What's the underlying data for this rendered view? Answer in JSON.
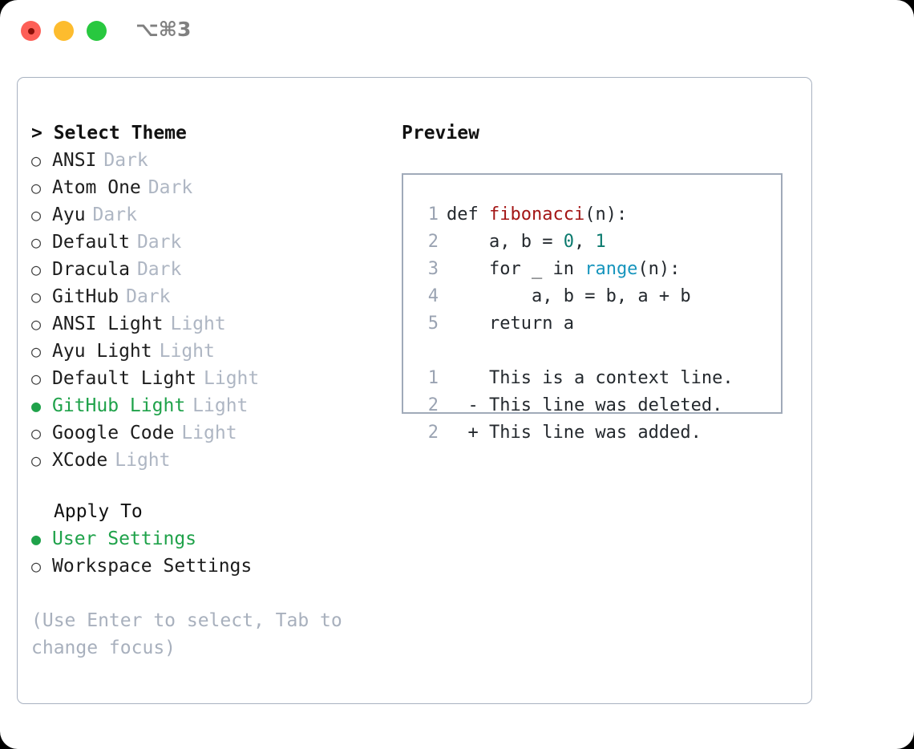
{
  "titlebar": {
    "shortcut": "⌥⌘3",
    "lights": [
      "close",
      "minimize",
      "zoom"
    ]
  },
  "theme_picker": {
    "heading": "> Select Theme",
    "caret": ">",
    "heading_text": "Select Theme",
    "bullet_unselected": "○",
    "bullet_selected": "●",
    "items": [
      {
        "name": "ANSI",
        "tag": "Dark",
        "selected": false
      },
      {
        "name": "Atom One",
        "tag": "Dark",
        "selected": false
      },
      {
        "name": "Ayu",
        "tag": "Dark",
        "selected": false
      },
      {
        "name": "Default",
        "tag": "Dark",
        "selected": false
      },
      {
        "name": "Dracula",
        "tag": "Dark",
        "selected": false
      },
      {
        "name": "GitHub",
        "tag": "Dark",
        "selected": false
      },
      {
        "name": "ANSI Light",
        "tag": "Light",
        "selected": false
      },
      {
        "name": "Ayu Light",
        "tag": "Light",
        "selected": false
      },
      {
        "name": "Default Light",
        "tag": "Light",
        "selected": false
      },
      {
        "name": "GitHub Light",
        "tag": "Light",
        "selected": true
      },
      {
        "name": "Google Code",
        "tag": "Light",
        "selected": false
      },
      {
        "name": "XCode",
        "tag": "Light",
        "selected": false
      }
    ]
  },
  "apply_to": {
    "heading": "Apply To",
    "items": [
      {
        "name": "User Settings",
        "selected": true
      },
      {
        "name": "Workspace Settings",
        "selected": false
      }
    ]
  },
  "hint": "(Use Enter to select, Tab to change focus)",
  "preview": {
    "heading": "Preview",
    "code_lines": [
      {
        "no": "1",
        "indent": "",
        "tokens": [
          {
            "t": "def ",
            "c": "tok-def"
          },
          {
            "t": "fibonacci",
            "c": "tok-func"
          },
          {
            "t": "(n):",
            "c": "tok-punct"
          }
        ]
      },
      {
        "no": "2",
        "indent": "    ",
        "tokens": [
          {
            "t": "a, b = ",
            "c": "tok-def"
          },
          {
            "t": "0",
            "c": "tok-num"
          },
          {
            "t": ", ",
            "c": "tok-def"
          },
          {
            "t": "1",
            "c": "tok-num"
          }
        ]
      },
      {
        "no": "3",
        "indent": "    ",
        "tokens": [
          {
            "t": "for _ in ",
            "c": "tok-def"
          },
          {
            "t": "range",
            "c": "tok-call"
          },
          {
            "t": "(n):",
            "c": "tok-punct"
          }
        ]
      },
      {
        "no": "4",
        "indent": "        ",
        "tokens": [
          {
            "t": "a, b = b, a + b",
            "c": "tok-def"
          }
        ]
      },
      {
        "no": "5",
        "indent": "    ",
        "tokens": [
          {
            "t": "return a",
            "c": "tok-def"
          }
        ]
      }
    ],
    "diff_lines": [
      {
        "no": "1",
        "marker": "  ",
        "text": "This is a context line.",
        "kind": "diff-ctx"
      },
      {
        "no": "2",
        "marker": "- ",
        "text": "This line was deleted.",
        "kind": "diff-del"
      },
      {
        "no": "2",
        "marker": "+ ",
        "text": "This line was added.",
        "kind": "diff-add"
      }
    ]
  },
  "colors": {
    "selected_green": "#1fa24a",
    "tag_gray": "#aeb6c3",
    "hint_gray": "#a8b0bd",
    "border": "#a8b2c1",
    "preview_border": "#a0aab9",
    "func_red": "#a31515",
    "num_teal": "#0b7a6e",
    "call_blue": "#1795bd",
    "diff_del_red": "#cc1111",
    "diff_add_green": "#18c018",
    "linenum_gray": "#9aa3b2"
  }
}
